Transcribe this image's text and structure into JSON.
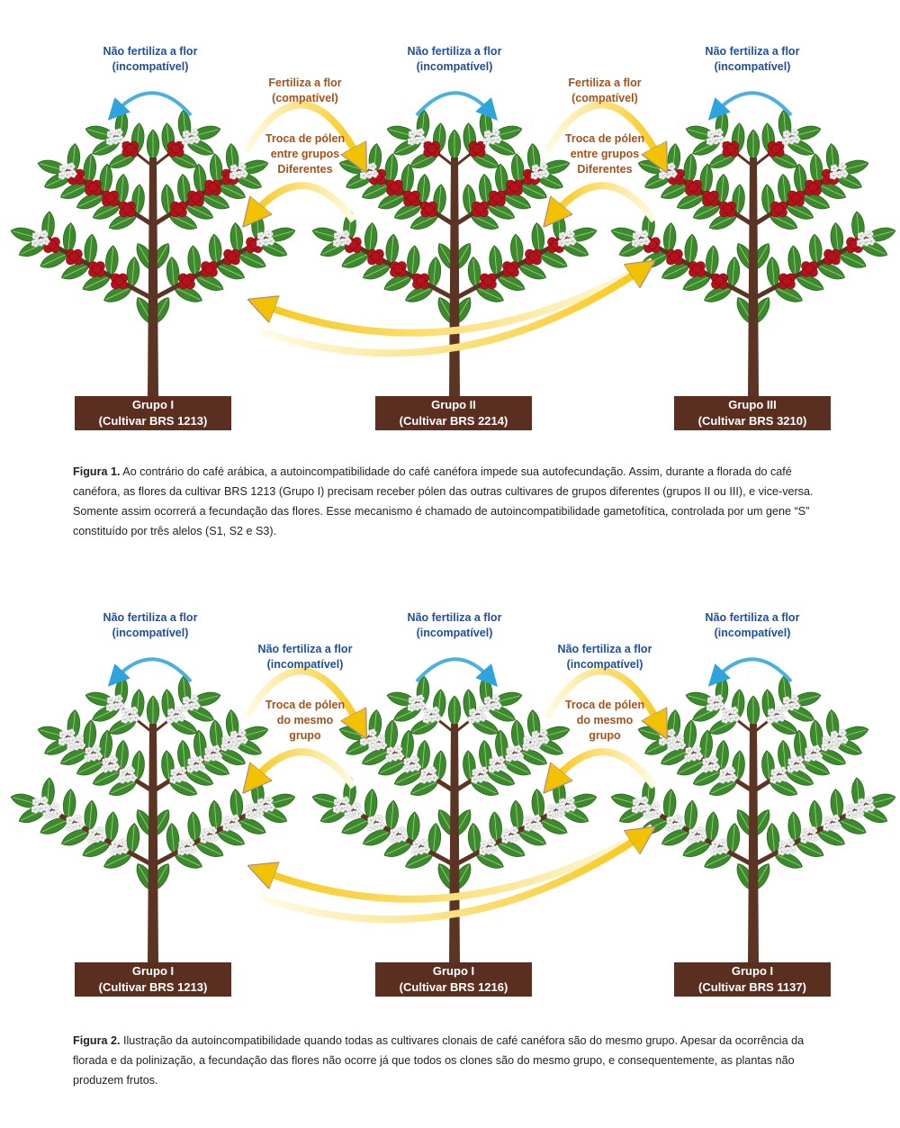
{
  "colors": {
    "blue_text": "#1f4e9b",
    "brown_text": "#a3521b",
    "label_box": "#5b2f1f",
    "self_arrow": "#4ab0e0",
    "cross_arrow": "#f5c518",
    "leaf": "#3b8a2c",
    "trunk": "#5b3424",
    "berry": "#b5121b"
  },
  "figure1": {
    "self_labels": [
      {
        "line1": "Não fertiliza a flor",
        "line2": "(incompatível)"
      },
      {
        "line1": "Não fertiliza a flor",
        "line2": "(incompatível)"
      },
      {
        "line1": "Não fertiliza a flor",
        "line2": "(incompatível)"
      }
    ],
    "between_labels": [
      {
        "top1": "Fertiliza a flor",
        "top2": "(compatível)",
        "mid1": "Troca de pólen",
        "mid2": "entre grupos",
        "mid3": "Diferentes"
      },
      {
        "top1": "Fertiliza a flor",
        "top2": "(compatível)",
        "mid1": "Troca de pólen",
        "mid2": "entre grupos",
        "mid3": "Diferentes"
      }
    ],
    "trees": [
      {
        "group": "Grupo I",
        "cultivar": "(Cultivar BRS 1213)"
      },
      {
        "group": "Grupo II",
        "cultivar": "(Cultivar BRS 2214)"
      },
      {
        "group": "Grupo III",
        "cultivar": "(Cultivar BRS 3210)"
      }
    ],
    "caption_bold": "Figura 1.",
    "caption": "Ao contrário do café arábica, a autoincompatibilidade do café canéfora impede sua autofecundação. Assim, durante a florada do café canéfora, as flores da cultivar BRS 1213 (Grupo I) precisam receber pólen das outras cultivares de grupos diferentes (grupos II ou III), e vice-versa. Somente assim ocorrerá a fecundação das flores. Esse mecanismo é chamado de autoincompatibilidade gametofítica, controlada por um gene “S” constituído por três alelos (S1, S2 e S3)."
  },
  "figure2": {
    "self_labels": [
      {
        "line1": "Não fertiliza a flor",
        "line2": "(incompatível)"
      },
      {
        "line1": "Não fertiliza a flor",
        "line2": "(incompatível)"
      },
      {
        "line1": "Não fertiliza a flor",
        "line2": "(incompatível)"
      }
    ],
    "between_labels": [
      {
        "top1": "Não fertiliza a flor",
        "top2": "(incompatível)",
        "mid1": "Troca de pólen",
        "mid2": "do mesmo",
        "mid3": "grupo"
      },
      {
        "top1": "Não fertiliza a flor",
        "top2": "(incompatível)",
        "mid1": "Troca de pólen",
        "mid2": "do mesmo",
        "mid3": "grupo"
      }
    ],
    "trees": [
      {
        "group": "Grupo I",
        "cultivar": "(Cultivar BRS 1213)"
      },
      {
        "group": "Grupo I",
        "cultivar": "(Cultivar BRS 1216)"
      },
      {
        "group": "Grupo I",
        "cultivar": "(Cultivar BRS 1137)"
      }
    ],
    "caption_bold": "Figura 2.",
    "caption": "Ilustração da autoincompatibilidade quando todas as cultivares clonais de café canéfora são do mesmo grupo. Apesar da ocorrência da florada e da polinização, a fecundação das flores não ocorre já que todos os clones são do mesmo grupo, e consequentemente, as plantas não produzem frutos."
  }
}
